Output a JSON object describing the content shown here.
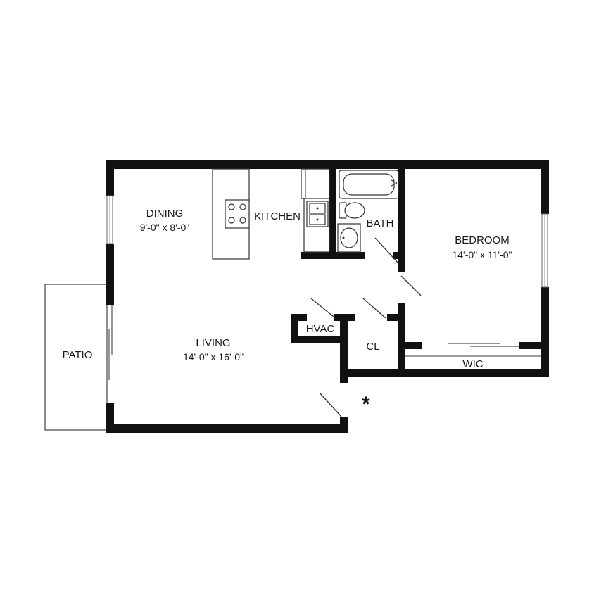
{
  "plan": {
    "rooms": [
      {
        "id": "dining",
        "name": "DINING",
        "dimensions": "9'-0\" x 8'-0\""
      },
      {
        "id": "kitchen",
        "name": "KITCHEN",
        "dimensions": ""
      },
      {
        "id": "bath",
        "name": "BATH",
        "dimensions": ""
      },
      {
        "id": "bedroom",
        "name": "BEDROOM",
        "dimensions": "14'-0\" x 11'-0\""
      },
      {
        "id": "hvac",
        "name": "HVAC",
        "dimensions": ""
      },
      {
        "id": "closet",
        "name": "CL",
        "dimensions": ""
      },
      {
        "id": "living",
        "name": "LIVING",
        "dimensions": "14'-0\" x 16'-0\""
      },
      {
        "id": "patio",
        "name": "PATIO",
        "dimensions": ""
      },
      {
        "id": "wic",
        "name": "WIC",
        "dimensions": ""
      }
    ],
    "entry_marker": "*"
  },
  "colors": {
    "wall": "#111111",
    "background": "#ffffff",
    "fixture_line": "#333333"
  }
}
